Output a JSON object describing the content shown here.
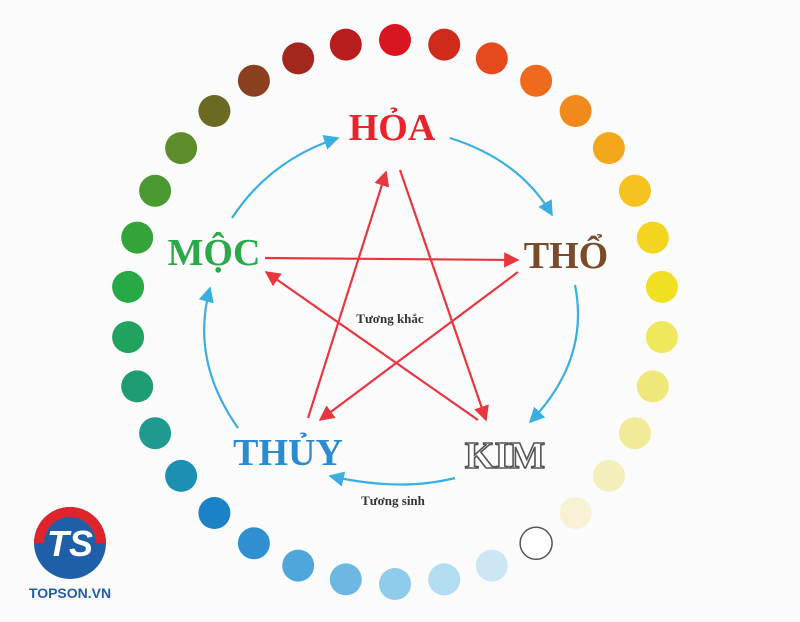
{
  "elements": {
    "hoa": {
      "label": "HỎA",
      "color": "#e8232c"
    },
    "tho": {
      "label": "THỔ",
      "color": "#7a4a2a"
    },
    "kim": {
      "label": "KIM",
      "color": "#ffffff",
      "stroke": "#555555"
    },
    "thuy": {
      "label": "THỦY",
      "color": "#2a8bd0"
    },
    "moc": {
      "label": "MỘC",
      "color": "#2aa84a"
    }
  },
  "cycles": {
    "overcoming_label": "Tương khắc",
    "generating_label": "Tương sinh",
    "overcoming_color": "#e8363f",
    "generating_color": "#3aaee0"
  },
  "ring_colors": [
    "#d91620",
    "#cf2a1a",
    "#e44a1c",
    "#ef6a1d",
    "#f08a1c",
    "#f3a81c",
    "#f5c21f",
    "#f3d41f",
    "#f1e022",
    "#eee85a",
    "#efe77a",
    "#f1eb99",
    "#f4efba",
    "#f7f2d3",
    "#ffffff",
    "#cde6f3",
    "#b2dcf0",
    "#8fcbea",
    "#6db8e2",
    "#4ea6da",
    "#2f8fd0",
    "#1a82c6",
    "#1c8fb2",
    "#1e9a8f",
    "#1e9d75",
    "#21a35d",
    "#27a946",
    "#34a43a",
    "#4a9a31",
    "#5d8c2a",
    "#6b6a22",
    "#8a3f1e",
    "#a3271c",
    "#b81d1e"
  ],
  "logo": {
    "text": "TOPSON.VN",
    "colors": {
      "red": "#e0242b",
      "blue": "#1f5fa8"
    }
  }
}
